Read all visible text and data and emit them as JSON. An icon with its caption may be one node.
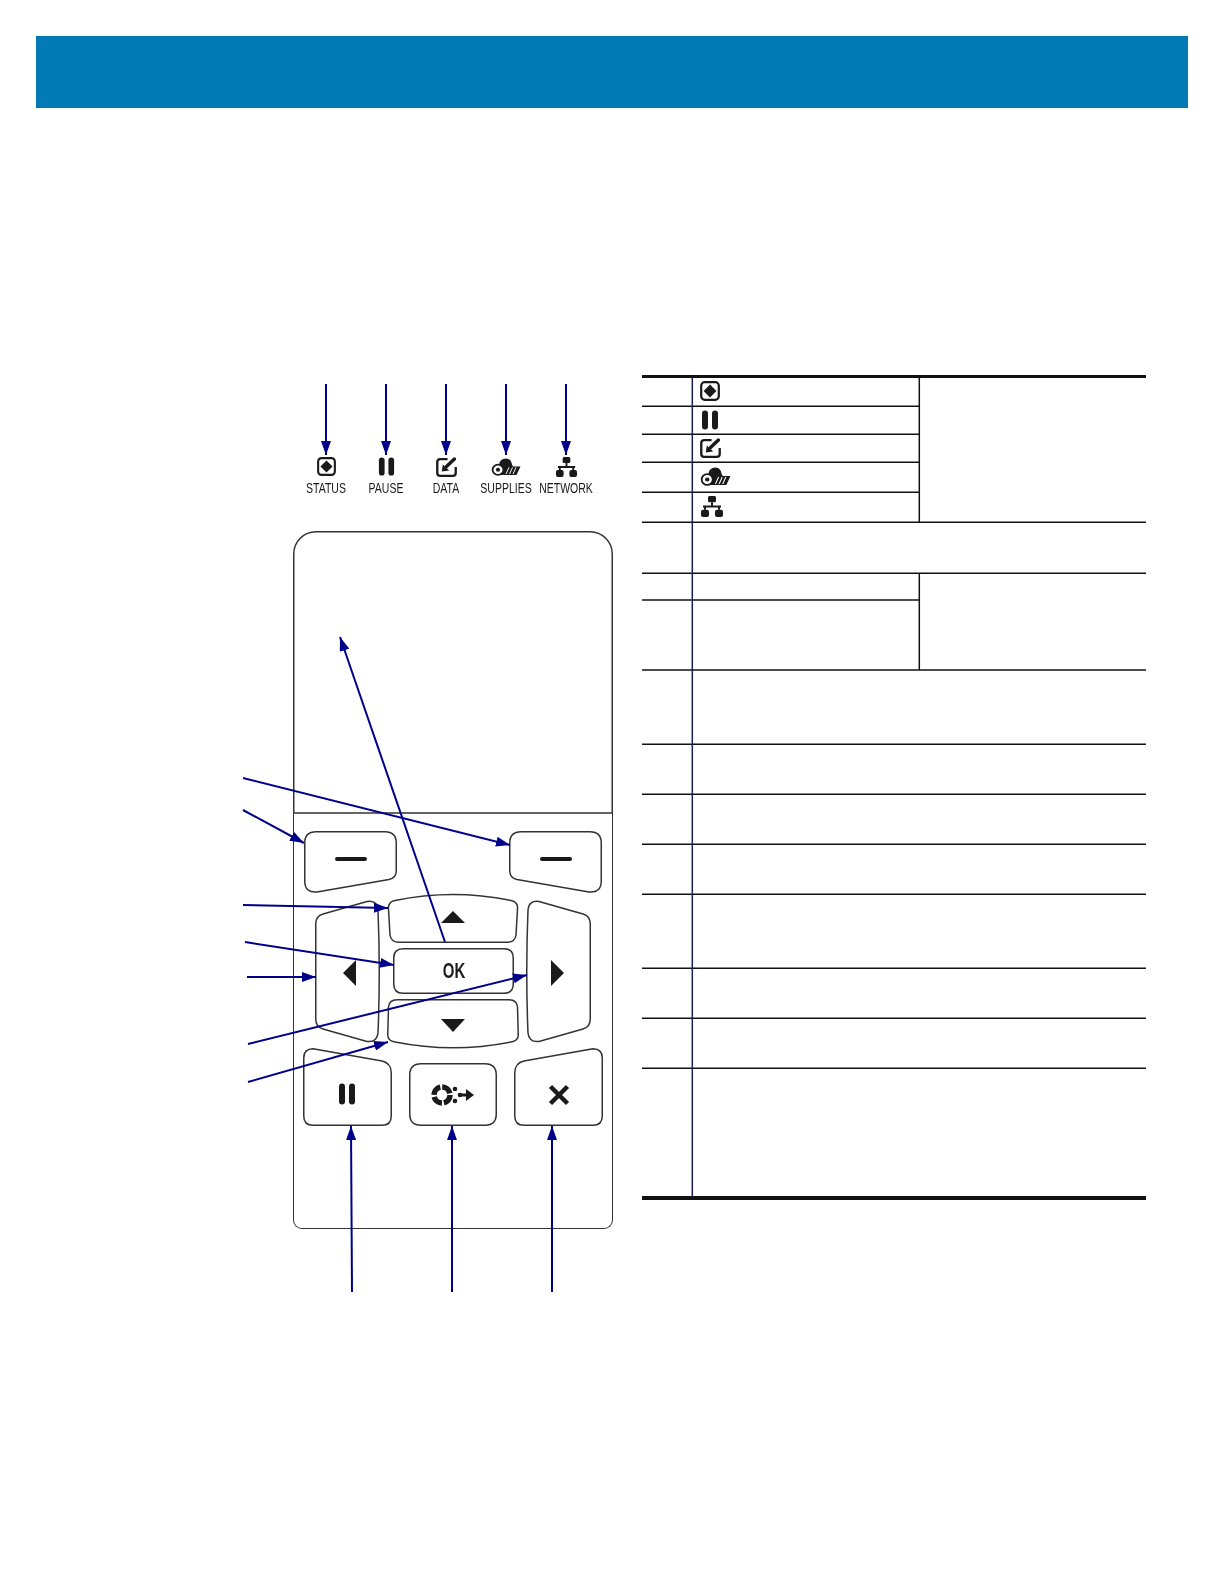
{
  "diagram": {
    "nodes": [
      {
        "text": [
          "STATUS"
        ]
      },
      {
        "text": [
          "PAUSE"
        ]
      },
      {
        "text": [
          "DATA"
        ]
      },
      {
        "text": [
          "SUPPLIES"
        ]
      },
      {
        "text": [
          "NETWORK"
        ]
      },
      {
        "text": [],
        "shape": "box"
      },
      {
        "text": [],
        "shape": "box"
      },
      {
        "text": [],
        "shape": "box"
      },
      {
        "text": [],
        "shape": "box"
      },
      {
        "text": [
          "OK"
        ]
      },
      {
        "text": [],
        "shape": "box"
      },
      {
        "text": [],
        "shape": "box"
      },
      {
        "text": [],
        "shape": "box"
      },
      {
        "text": [],
        "shape": "box"
      },
      {
        "text": [],
        "shape": "box"
      },
      {
        "text": [],
        "shape": "box"
      }
    ],
    "edges": [
      {
        "from": null,
        "to": 0,
        "arrow": "to"
      },
      {
        "from": null,
        "to": 1,
        "arrow": "to"
      },
      {
        "from": null,
        "to": 2,
        "arrow": "to"
      },
      {
        "from": null,
        "to": 3,
        "arrow": "to"
      },
      {
        "from": null,
        "to": 4,
        "arrow": "to"
      },
      {
        "from": 8,
        "to": 5,
        "arrow": "to"
      },
      {
        "from": null,
        "to": 7,
        "arrow": "to"
      },
      {
        "from": null,
        "to": 6,
        "arrow": "to"
      },
      {
        "from": null,
        "to": 8,
        "arrow": "to"
      },
      {
        "from": null,
        "to": 9,
        "arrow": "to"
      },
      {
        "from": null,
        "to": 10,
        "arrow": "to"
      },
      {
        "from": null,
        "to": 11,
        "arrow": "to"
      },
      {
        "from": null,
        "to": 12,
        "arrow": "to"
      },
      {
        "from": null,
        "to": 13,
        "arrow": "to"
      },
      {
        "from": null,
        "to": 14,
        "arrow": "to"
      },
      {
        "from": null,
        "to": 15,
        "arrow": "to"
      }
    ]
  }
}
